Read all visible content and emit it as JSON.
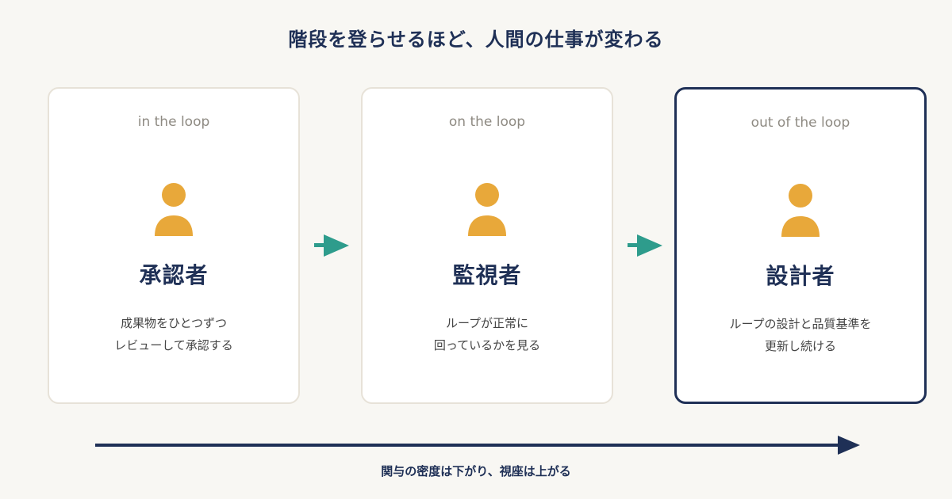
{
  "title": "階段を登らせるほど、人間の仕事が変わる",
  "stages": [
    {
      "mode": "in the loop",
      "role": "承認者",
      "desc": [
        "成果物をひとつずつ",
        "レビューして承認する"
      ],
      "highlighted": false
    },
    {
      "mode": "on the loop",
      "role": "監視者",
      "desc": [
        "ループが正常に",
        "回っているかを見る"
      ],
      "highlighted": false
    },
    {
      "mode": "out of the loop",
      "role": "設計者",
      "desc": [
        "ループの設計と品質基準を",
        "更新し続ける"
      ],
      "highlighted": true
    }
  ],
  "axis_caption": "関与の密度は下がり、視座は上がる",
  "colors": {
    "accent_navy": "#1f3056",
    "person_orange": "#e8a83a",
    "arrow_teal": "#2e9c8c"
  }
}
